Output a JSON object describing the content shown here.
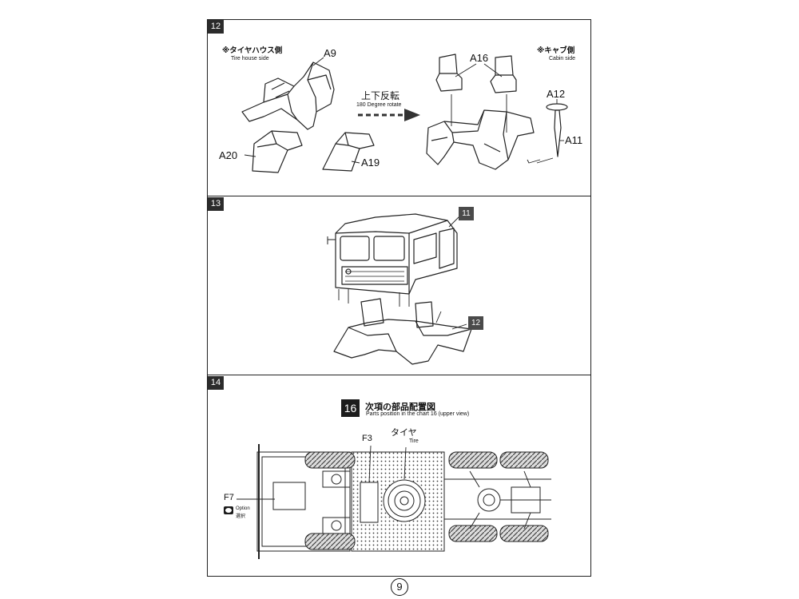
{
  "steps": {
    "s12": "12",
    "s13": "13",
    "s14": "14"
  },
  "step12": {
    "left_jp": "※タイヤハウス側",
    "left_en": "Tire house side",
    "right_jp": "※キャブ側",
    "right_en": "Cabin side",
    "rotate_jp": "上下反転",
    "rotate_en": "180 Degree rotate",
    "parts": {
      "a9": "A9",
      "a20": "A20",
      "a19": "A19",
      "a16": "A16",
      "a12": "A12",
      "a11": "A11"
    }
  },
  "step13": {
    "ref_top": "11",
    "ref_bottom": "12"
  },
  "step14": {
    "chart_num": "16",
    "chart_jp": "次項の部品配置図",
    "chart_en": "Parts position in the chart 16 (upper view)",
    "f3": "F3",
    "tire_jp": "タイヤ",
    "tire_en": "Tire",
    "f7": "F7",
    "option_en": "Option",
    "option_jp": "選択"
  },
  "page_number": "9",
  "colors": {
    "frame": "#222222",
    "badge": "#2b2b2b",
    "ref_badge": "#4a4a4a"
  }
}
